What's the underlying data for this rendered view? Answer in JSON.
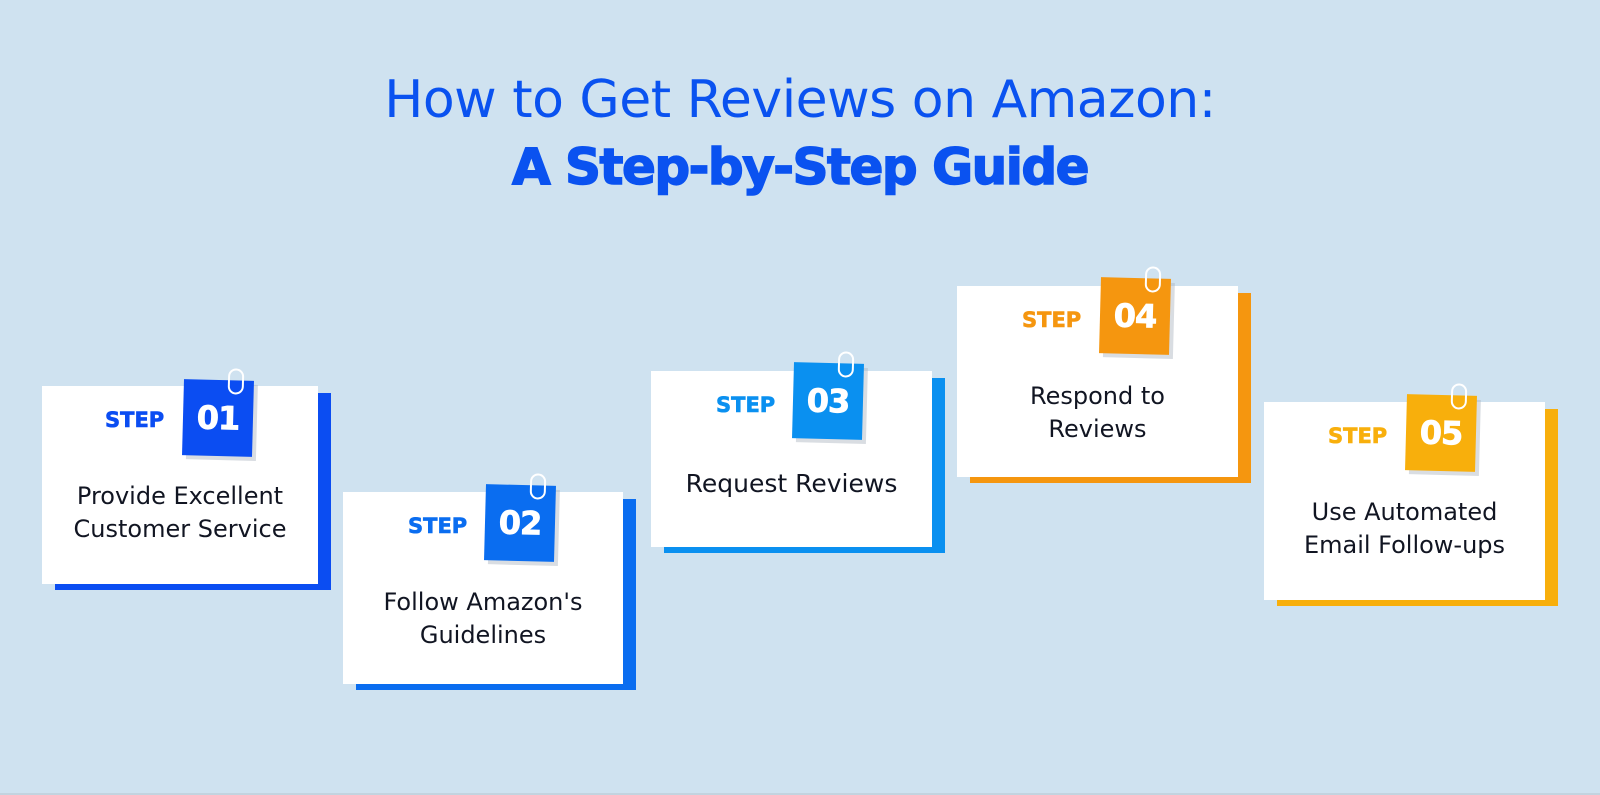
{
  "title": {
    "line1": "How to Get Reviews on Amazon:",
    "line2": "A Step-by-Step Guide",
    "color": "#0A52F0"
  },
  "step_prefix": "STEP",
  "steps": [
    {
      "number": "01",
      "label": "STEP",
      "text_line1": "Provide Excellent",
      "text_line2": "Customer Service",
      "color": "#0B4DF2"
    },
    {
      "number": "02",
      "label": "STEP",
      "text_line1": "Follow Amazon's",
      "text_line2": "Guidelines",
      "color": "#0A6DF0"
    },
    {
      "number": "03",
      "label": "STEP",
      "text_line1": "Request Reviews",
      "text_line2": "",
      "color": "#0A90F0"
    },
    {
      "number": "04",
      "label": "STEP",
      "text_line1": "Respond to",
      "text_line2": "Reviews",
      "color": "#F5960F"
    },
    {
      "number": "05",
      "label": "STEP",
      "text_line1": "Use Automated",
      "text_line2": "Email Follow-ups",
      "color": "#F8AF0C"
    }
  ],
  "colors": {
    "background": "#CFE2F0",
    "card": "#FFFFFF",
    "text": "#111522"
  }
}
